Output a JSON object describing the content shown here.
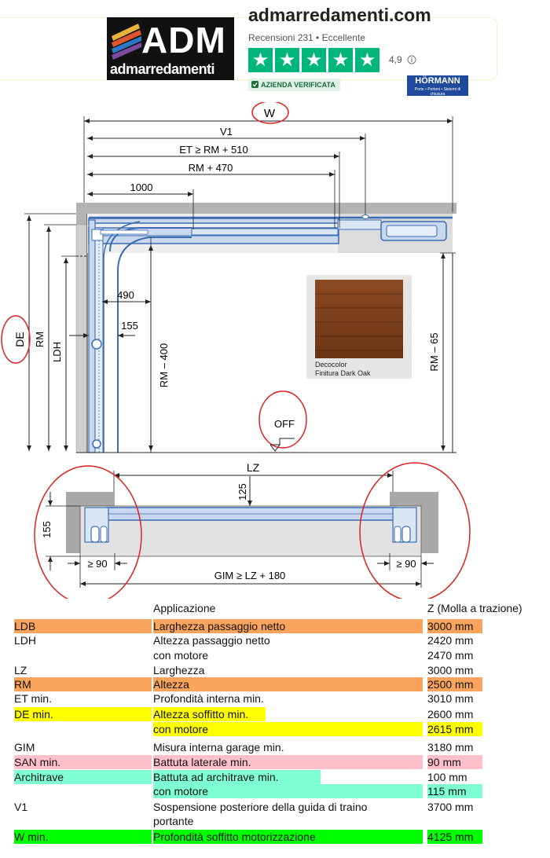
{
  "header": {
    "site_name": "admarredamenti.com",
    "reviews_text": "Recensioni 231 • Eccellente",
    "rating": "4,9",
    "star_glyph": "★",
    "verified_label": "AZIENDA VERIFICATA",
    "logo_text": "ADM",
    "logo_subtext": "admarredamenti",
    "partner_logo": "HÖRMANN",
    "partner_tagline": "Porte • Portoni • Sistemi di chiusura",
    "star_color": "#00b67a"
  },
  "diagram": {
    "dims": {
      "w": "W",
      "v1": "V1",
      "et": "ET ≥ RM + 510",
      "rm470": "RM + 470",
      "d1000": "1000",
      "d490": "490",
      "d155": "155",
      "rm400": "RM – 400",
      "rm65": "RM – 65",
      "de": "DE",
      "rm": "RM",
      "ldh": "LDH",
      "off": "OFF",
      "lz": "LZ",
      "d125": "125",
      "d155b": "155",
      "ge90_left": "≥ 90",
      "ge90_right": "≥ 90",
      "gim": "GIM ≥ LZ + 180"
    },
    "swatch": {
      "line1": "Decocolor",
      "line2": "Finitura Dark Oak"
    },
    "colors": {
      "rail": "#3b6db3",
      "rail_light": "#c9d8ee",
      "wall": "#b3b3b3",
      "circle": "#e02020",
      "oak": "#7a3f1c"
    }
  },
  "spec": {
    "header_label": "Applicazione",
    "header_value": "Z (Molla a trazione)",
    "rows": [
      {
        "code": "LDB",
        "desc": "Larghezza passaggio netto",
        "value": "3000 mm",
        "hl": "#f9a45c",
        "hl_full": true
      },
      {
        "code": "LDH",
        "desc": "Altezza passaggio netto",
        "value": "2420 mm",
        "hl": "",
        "hl_full": false
      },
      {
        "code": "",
        "desc": "con motore",
        "value": "2470 mm",
        "hl": "",
        "hl_full": false
      },
      {
        "code": "LZ",
        "desc": "Larghezza",
        "value": "3000 mm",
        "hl": "",
        "hl_full": false
      },
      {
        "code": "RM",
        "desc": "Altezza",
        "value": "2500 mm",
        "hl": "#f9a45c",
        "hl_full": true
      },
      {
        "code": "ET min.",
        "desc": "Profondità interna min.",
        "value": "3010 mm",
        "hl": "",
        "hl_full": false
      },
      {
        "code": "DE min.",
        "desc": "Altezza soffitto min.",
        "value": "2600 mm",
        "hl": "#ffff00",
        "hl_full": false
      },
      {
        "code": "",
        "desc": "con motore",
        "value": "2615 mm",
        "hl": "#ffff00",
        "hl_full": true
      },
      {
        "code": "GIM",
        "desc": "Misura interna garage min.",
        "value": "3180 mm",
        "hl": "",
        "hl_full": false
      },
      {
        "code": "SAN min.",
        "desc": "Battuta laterale min.",
        "value": "90 mm",
        "hl": "#ffc0cb",
        "hl_full": true
      },
      {
        "code": "Architrave",
        "desc": "Battuta ad architrave min.",
        "value": "100 mm",
        "hl": "#7fffd4",
        "hl_full": false
      },
      {
        "code": "",
        "desc": "con motore",
        "value": "115 mm",
        "hl": "#7fffd4",
        "hl_full": true
      },
      {
        "code": "V1",
        "desc": "Sospensione posteriore della guida di traino",
        "desc2": "portante",
        "value": "3700 mm",
        "hl": "",
        "hl_full": false
      },
      {
        "code": "W min.",
        "desc": "Profondità soffitto motorizzazione",
        "value": "4125 mm",
        "hl": "#00ff00",
        "hl_full": true
      }
    ]
  }
}
